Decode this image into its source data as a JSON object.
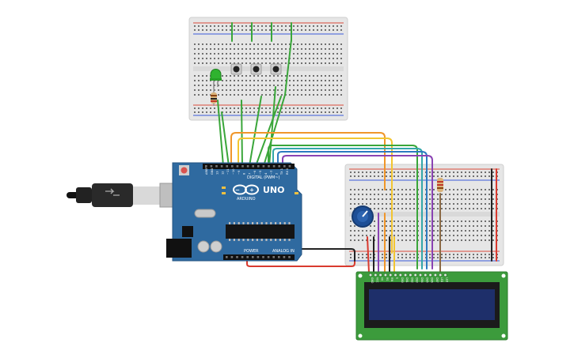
{
  "arduino": {
    "brand": "ARDUINO",
    "model": "UNO",
    "digital_header": "DIGITAL (PWM~)",
    "power_header": "POWER",
    "analog_header": "ANALOG IN",
    "pin_labels": [
      "AREF",
      "GND",
      "13",
      "12",
      "~11",
      "~10",
      "~9",
      "8",
      "7",
      "~6",
      "~5",
      "4",
      "~3",
      "2",
      "TX 1",
      "RX 0"
    ]
  },
  "colors": {
    "board_blue": "#2f6aa0",
    "breadboard": "#e6e6e6",
    "wire_green": "#3aa63a",
    "wire_orange": "#f0962a",
    "wire_yellow": "#f2c531",
    "wire_teal": "#34a7a9",
    "wire_blue": "#2d7ac0",
    "wire_purple": "#8a43b3",
    "wire_red": "#d93a2f",
    "wire_black": "#222222",
    "lcd_pcb": "#3c9b3c",
    "lcd_screen": "#1e2f6a"
  },
  "lcd": {
    "pin_labels": [
      "GND",
      "VCC",
      "V0",
      "RS",
      "RW",
      "E",
      "DB0",
      "DB1",
      "DB2",
      "DB3",
      "DB4",
      "DB5",
      "DB6",
      "DB7",
      "LED",
      "LED"
    ]
  }
}
